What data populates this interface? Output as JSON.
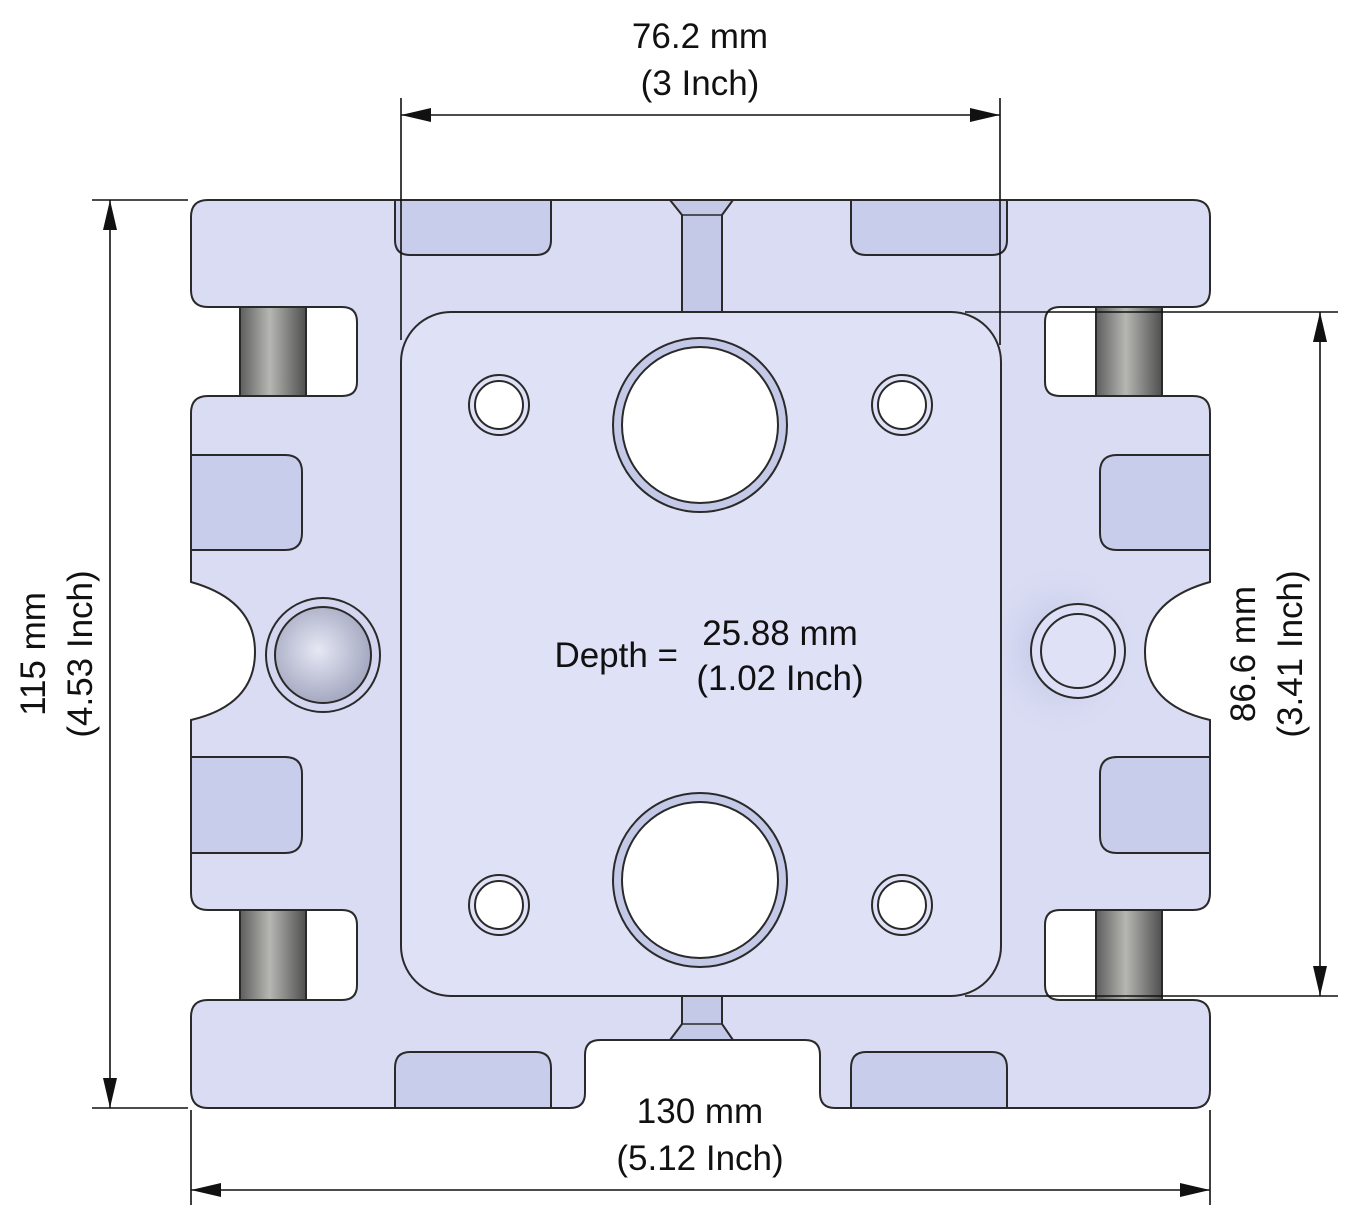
{
  "dimensions": {
    "top_width": {
      "mm": "76.2 mm",
      "inch": "(3 Inch)"
    },
    "bottom_width": {
      "mm": "130 mm",
      "inch": "(5.12 Inch)"
    },
    "left_height": {
      "mm": "115 mm",
      "inch": "(4.53 Inch)"
    },
    "right_height": {
      "mm": "86.6 mm",
      "inch": "(3.41 Inch)"
    },
    "depth": {
      "label": "Depth =",
      "mm": "25.88 mm",
      "inch": "(1.02 Inch)"
    }
  },
  "colors": {
    "body": "#d9dcf3",
    "plate": "#dfe1f6",
    "pocket": "#c9cdec",
    "rod": "#8e8e8e",
    "line": "#111111"
  }
}
